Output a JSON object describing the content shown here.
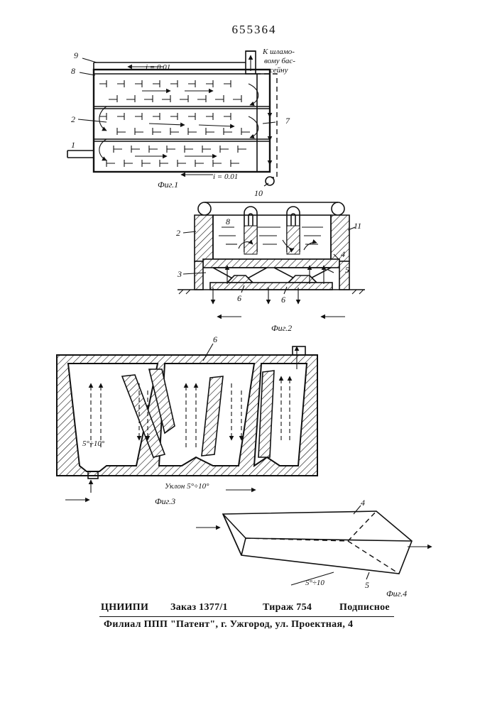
{
  "document": {
    "patent_number": "655364"
  },
  "fig1": {
    "caption": "Фиг.1",
    "labels": {
      "n1": "1",
      "n2": "2",
      "n7": "7",
      "n8": "8",
      "n9": "9",
      "n10": "10"
    },
    "slope_top": "i = 0.01",
    "slope_bottom": "i = 0.01",
    "destination_line1": "К шламо-",
    "destination_line2": "вому бас-",
    "destination_line3": "сейну"
  },
  "fig2": {
    "caption": "Фиг.2",
    "labels": {
      "n2": "2",
      "n3": "3",
      "n4": "4",
      "n5": "5",
      "n6a": "6",
      "n6b": "6",
      "n8": "8",
      "n11": "11"
    }
  },
  "fig3": {
    "caption": "Фиг.3",
    "label6": "6",
    "angle_label": "5°÷10°",
    "slope_note": "Уклон 5°÷10°"
  },
  "fig4": {
    "caption": "Фиг.4",
    "label4": "4",
    "label5": "5",
    "angle_label": "5°÷10"
  },
  "footer": {
    "org": "ЦНИИПИ",
    "order": "Заказ 1377/1",
    "run": "Тираж 754",
    "subscription": "Подписное",
    "branch": "Филиал ППП \"Патент\", г. Ужгород, ул. Проектная, 4"
  }
}
